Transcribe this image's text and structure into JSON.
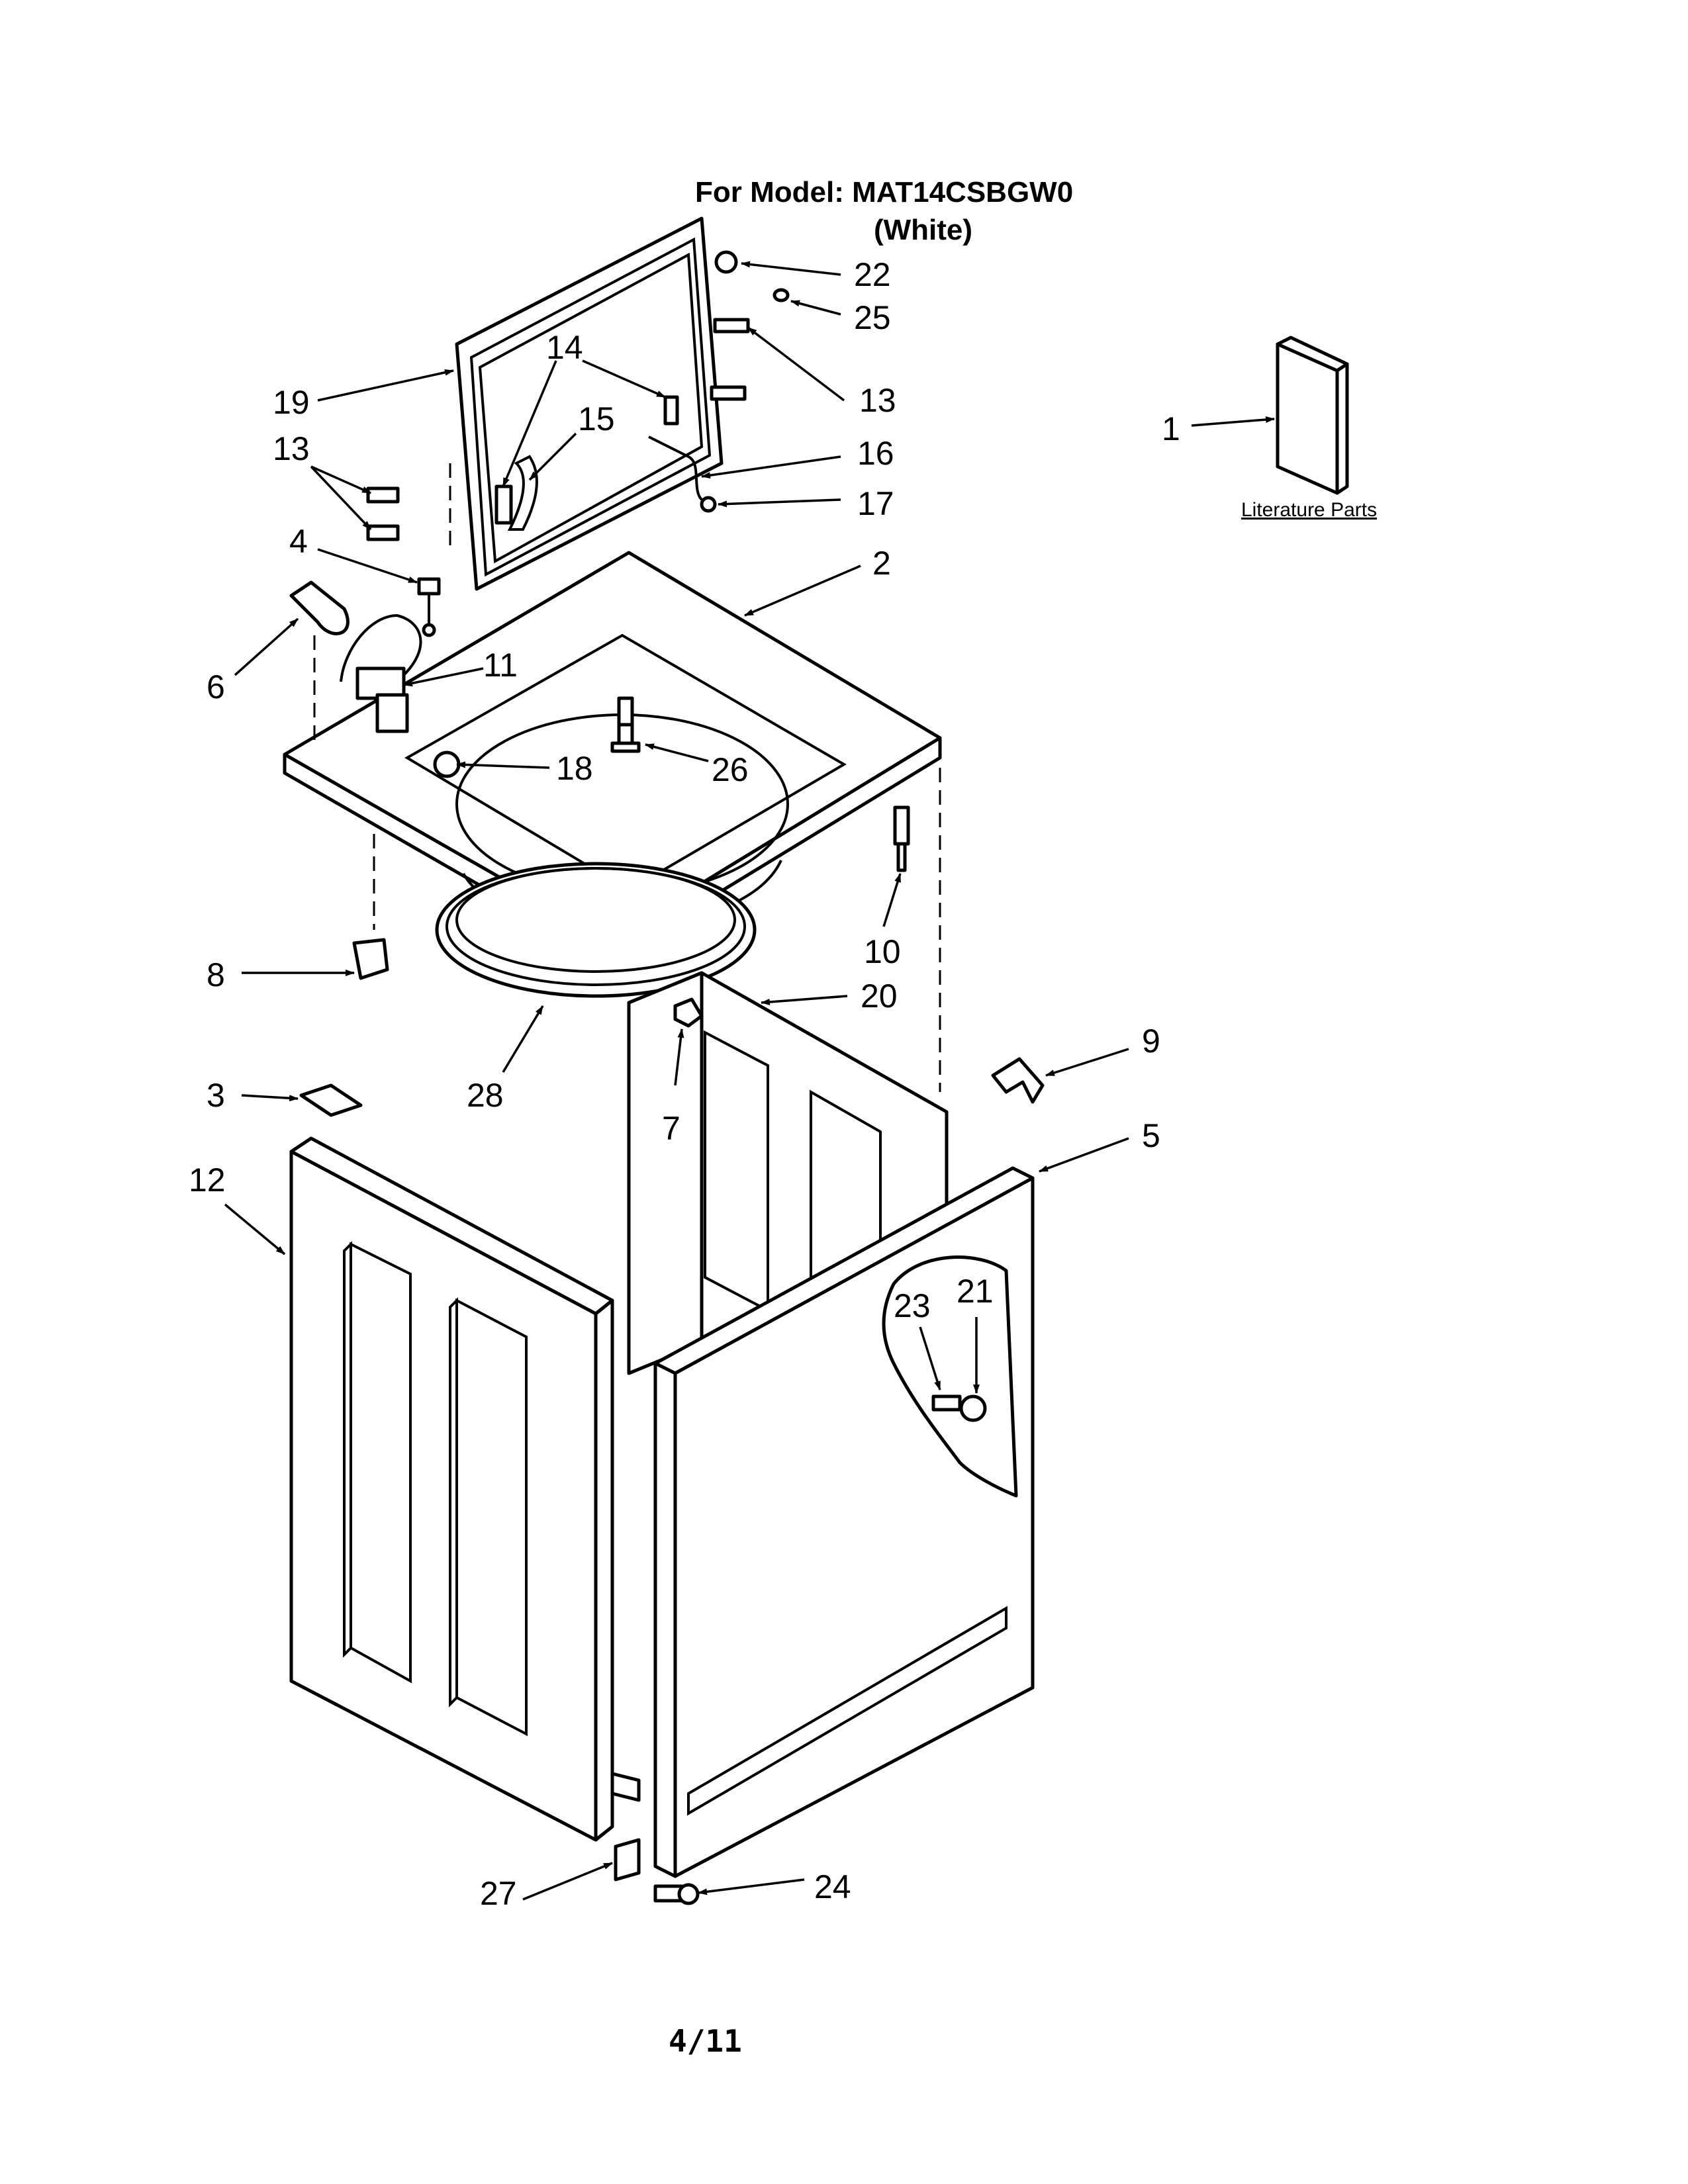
{
  "header": {
    "model_line": "For Model: MAT14CSBGW0",
    "color_line": "(White)"
  },
  "literature": {
    "label": "Literature Parts"
  },
  "callouts": [
    "22",
    "25",
    "19",
    "14",
    "13",
    "15",
    "16",
    "17",
    "13",
    "4",
    "2",
    "6",
    "11",
    "18",
    "26",
    "10",
    "8",
    "20",
    "28",
    "7",
    "9",
    "3",
    "5",
    "12",
    "23",
    "21",
    "27",
    "24",
    "1"
  ],
  "footer": {
    "page": "4/11"
  }
}
